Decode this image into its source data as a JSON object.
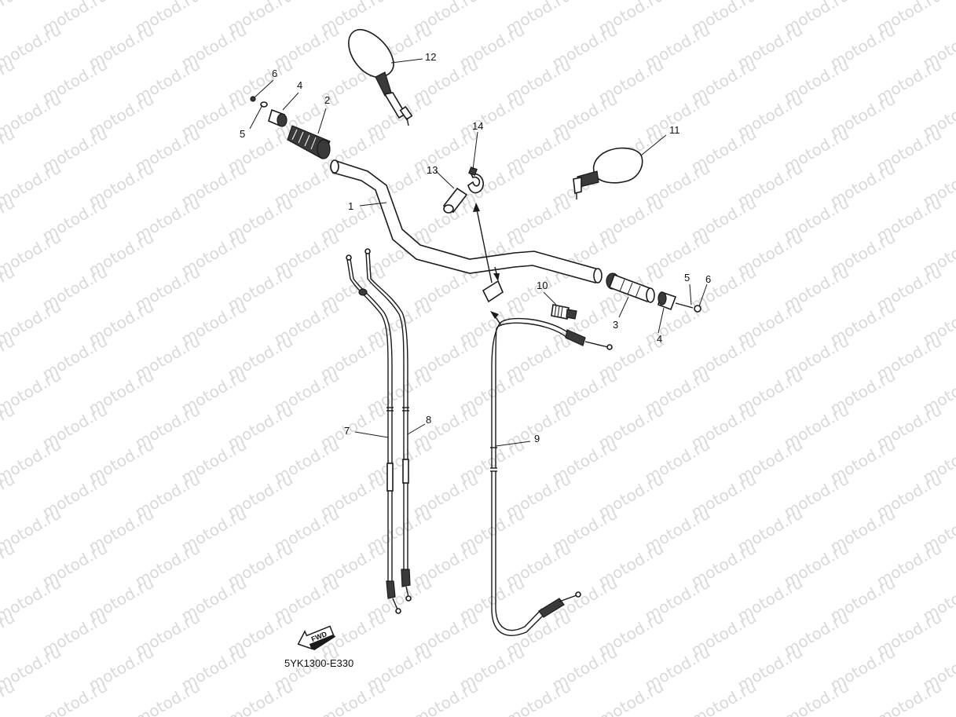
{
  "watermark": "motod.ru",
  "diagram_code": "5YK1300-E330",
  "fwd_label": "FWD",
  "callouts": {
    "c1": "1",
    "c2": "2",
    "c3": "3",
    "c4a": "4",
    "c4b": "4",
    "c5a": "5",
    "c5b": "5",
    "c6a": "6",
    "c6b": "6",
    "c7": "7",
    "c8": "8",
    "c9": "9",
    "c10": "10",
    "c11": "11",
    "c12": "12",
    "c13": "13",
    "c14": "14"
  }
}
